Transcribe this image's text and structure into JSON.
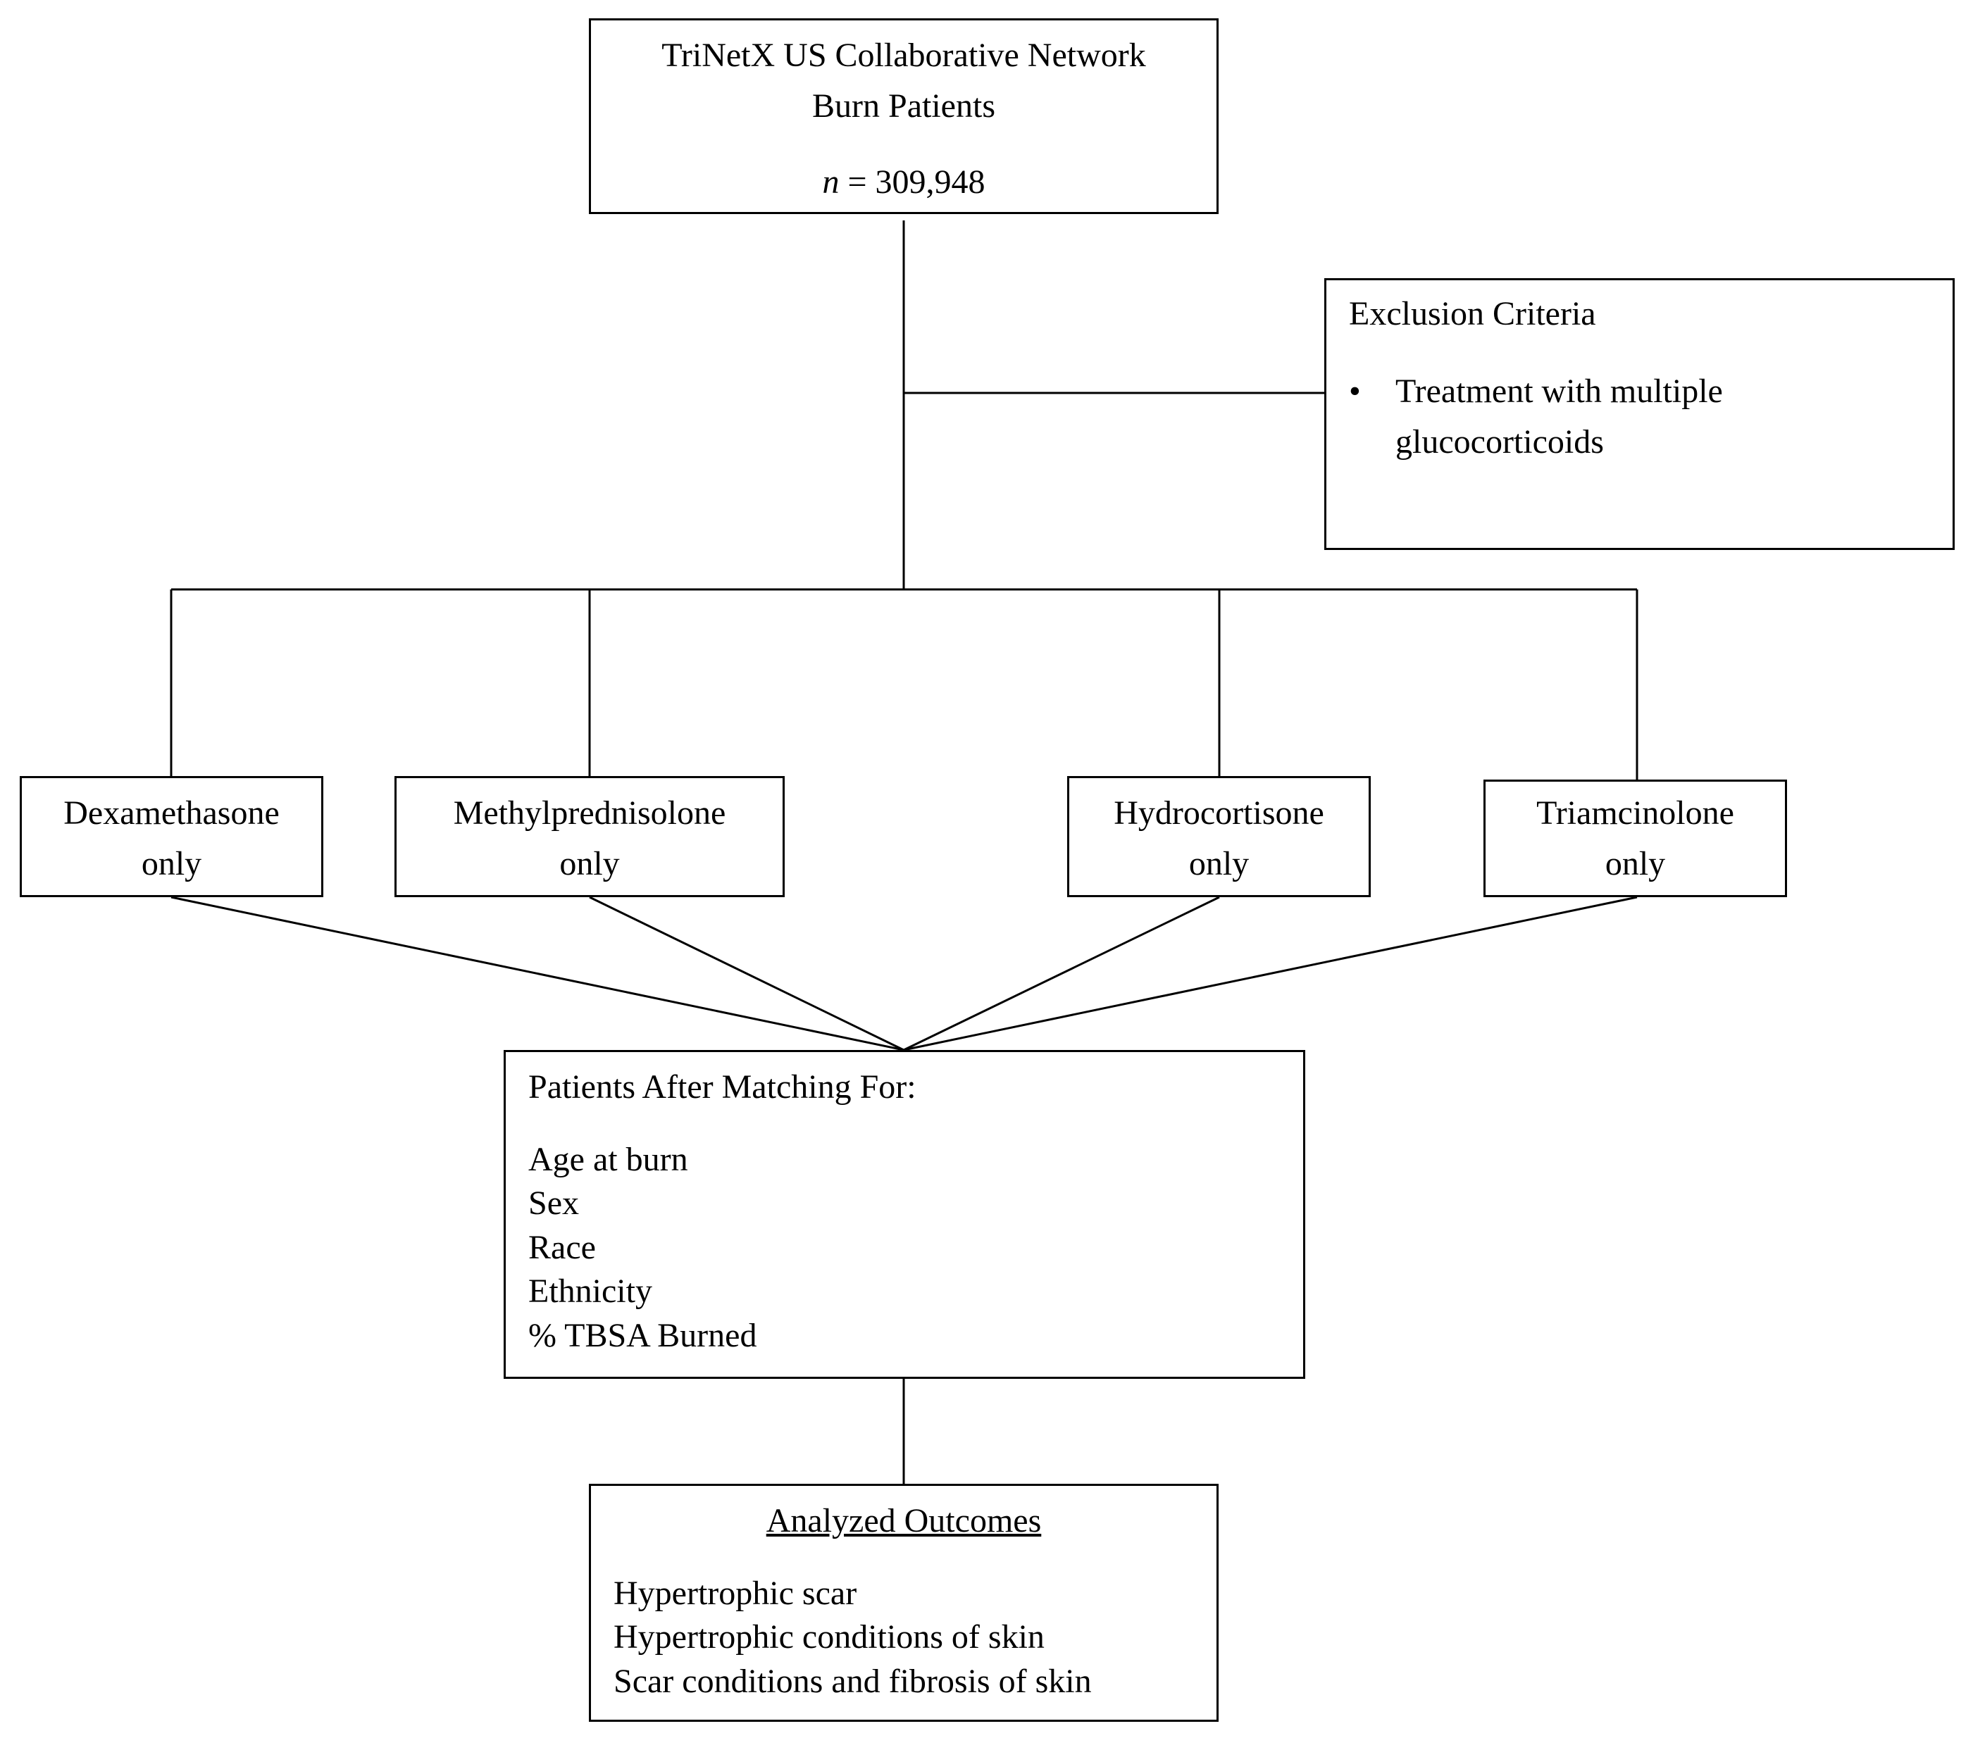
{
  "source_box": {
    "line1": "TriNetX US Collaborative Network",
    "line2": "Burn Patients",
    "n_symbol": "n",
    "n_value": "= 309,948"
  },
  "exclusion_box": {
    "title": "Exclusion Criteria",
    "bullet": "•",
    "item_line1": "Treatment with multiple",
    "item_line2": "glucocorticoids"
  },
  "groups": [
    {
      "line1": "Dexamethasone",
      "line2": "only"
    },
    {
      "line1": "Methylprednisolone",
      "line2": "only"
    },
    {
      "line1": "Hydrocortisone",
      "line2": "only"
    },
    {
      "line1": "Triamcinolone",
      "line2": "only"
    }
  ],
  "matching_box": {
    "title": "Patients After Matching For:",
    "items": [
      "Age at burn",
      "Sex",
      "Race",
      "Ethnicity",
      "% TBSA Burned"
    ]
  },
  "outcomes_box": {
    "title": "Analyzed Outcomes",
    "items": [
      "Hypertrophic scar",
      "Hypertrophic conditions of skin",
      "Scar conditions and fibrosis of skin"
    ]
  }
}
